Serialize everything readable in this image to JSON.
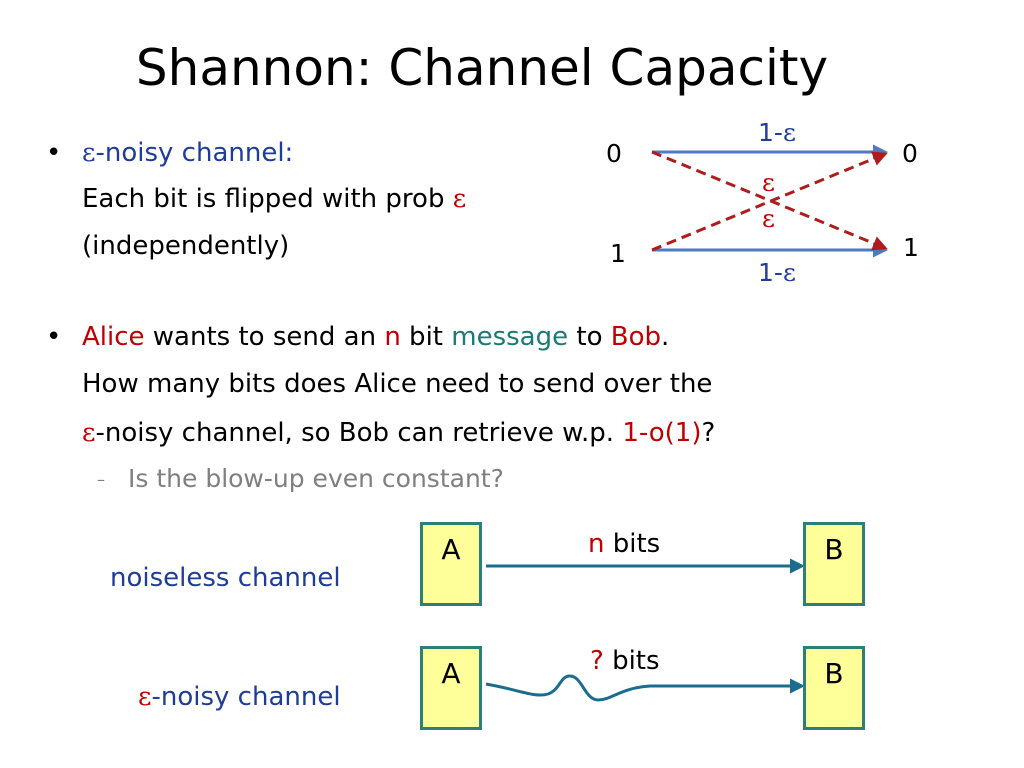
{
  "title": "Shannon: Channel Capacity",
  "bullet_symbol": "•",
  "eps": "ε",
  "bullet1": {
    "heading_rest": "-noisy channel:",
    "line2_text": "Each bit is flipped with prob ",
    "line3": "(independently)"
  },
  "bsc_diagram": {
    "in_0": "0",
    "in_1": "1",
    "out_0": "0",
    "out_1": "1",
    "top_prob_prefix": "1-",
    "bottom_prob_prefix": "1-",
    "colors": {
      "straight": "#4f79c0",
      "cross": "#b01c1c"
    }
  },
  "bullet2": {
    "alice": "Alice",
    "t1": " wants to send an ",
    "n": "n",
    "t2": " bit ",
    "message": "message",
    "t3": " to ",
    "bob": "Bob",
    "t4": ".",
    "line2": "How many bits does Alice need to send over the",
    "line3_rest": "-noisy channel, so Bob can retrieve w.p. ",
    "prob": "1-o(1)",
    "qmark": "?"
  },
  "sub_bullet": {
    "dash": "–",
    "text": "Is the blow-up even constant?"
  },
  "noiseless": {
    "label": "noiseless channel",
    "sender": "A",
    "receiver": "B",
    "count": "n",
    "unit": " bits"
  },
  "noisy": {
    "label_rest": "-noisy channel",
    "sender": "A",
    "receiver": "B",
    "count": "?",
    "unit": " bits"
  },
  "colors": {
    "accent_blue": "#1f3c99",
    "accent_red": "#c00000",
    "accent_green": "#1b7a74",
    "box_fill": "#ffff99",
    "box_border": "#2d8077",
    "arrow": "#1a6d8f"
  }
}
